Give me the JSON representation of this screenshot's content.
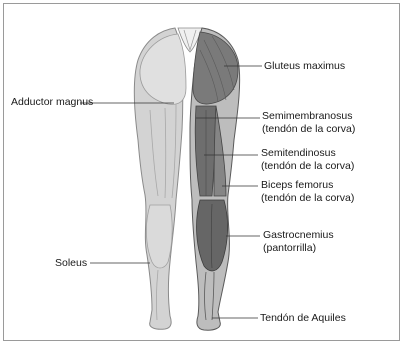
{
  "labels": {
    "gluteus": "Gluteus maximus",
    "adductor": "Adductor magnus",
    "semimembranosus_1": "Semimembranosus",
    "semimembranosus_2": "(tendón de la corva)",
    "semitendinosus_1": "Semitendinosus",
    "semitendinosus_2": "(tendón de la corva)",
    "biceps_1": "Biceps femorus",
    "biceps_2": "(tendón de la corva)",
    "gastrocnemius_1": "Gastrocnemius",
    "gastrocnemius_2": "(pantorrilla)",
    "soleus": "Soleus",
    "achilles": "Tendón de Aquiles"
  },
  "colors": {
    "left_leg": "#d3d3d3",
    "right_leg_muscle": "#6e6e6e",
    "right_leg_light": "#bdbdbd",
    "outline": "#5a5a5a"
  }
}
